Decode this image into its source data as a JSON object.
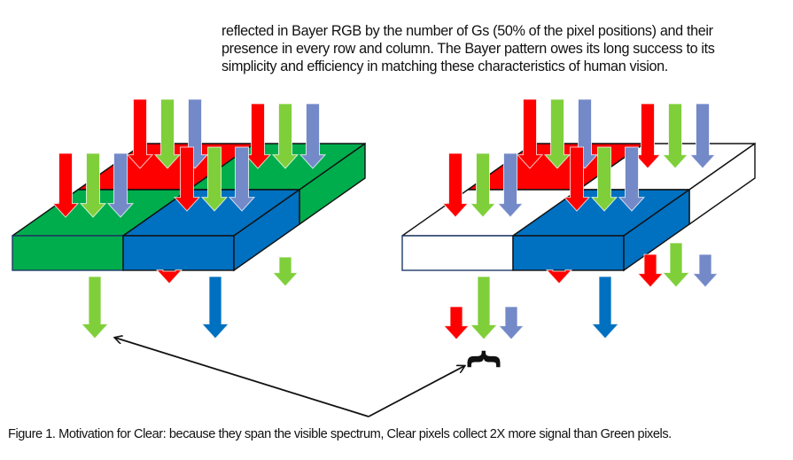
{
  "intro_text": {
    "lines": [
      "reflected in Bayer RGB by the number of Gs (50% of the pixel positions) and their",
      "presence in every row and column.   The Bayer pattern owes its long success to its",
      "simplicity and efficiency in matching these characteristics of human vision."
    ]
  },
  "caption": "Figure 1.  Motivation for Clear:  because they span the visible spectrum, Clear pixels collect 2X more signal than Green pixels.",
  "colors": {
    "red": "#ff0000",
    "green_light": "#7fcf3a",
    "blue_light": "#7389c8",
    "green_filter": "#00ad4c",
    "blue_filter": "#0070c0",
    "clear_filter": "#ffffff",
    "outline": "#111111"
  },
  "diagrams": [
    {
      "name": "bayer-rgb",
      "tiles": {
        "front_left": "green",
        "front_right": "blue",
        "back_left": "red",
        "back_right": "green"
      },
      "output_arrows": [
        "green",
        "red",
        "blue",
        "green"
      ]
    },
    {
      "name": "rgbc-clear",
      "tiles": {
        "front_left": "clear",
        "front_right": "blue",
        "back_left": "red",
        "back_right": "clear"
      },
      "output_arrows": [
        "red+green+blue",
        "red",
        "blue",
        "red+green+blue"
      ]
    }
  ]
}
